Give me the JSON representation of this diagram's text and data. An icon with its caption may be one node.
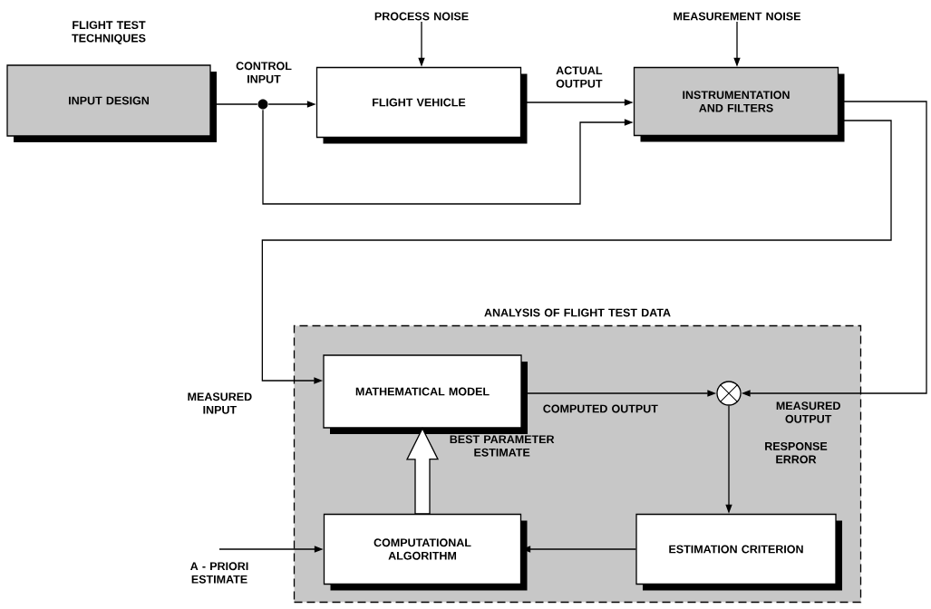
{
  "diagram": {
    "nodes": [
      {
        "text": [
          "PROCESS NOISE"
        ]
      },
      {
        "text": [
          "MEASUREMENT NOISE"
        ]
      },
      {
        "text": [
          "FLIGHT TEST TECHNIQUES",
          "INPUT DESIGN"
        ]
      },
      {
        "text": [],
        "shape": "circle"
      },
      {
        "text": [
          "FLIGHT VEHICLE"
        ]
      },
      {
        "text": [
          "INSTRUMENTATION AND FILTERS"
        ]
      },
      {
        "text": [
          "ANALYSIS OF FLIGHT TEST DATA"
        ]
      },
      {
        "text": [
          "MATHEMATICAL MODEL"
        ],
        "in": 6
      },
      {
        "text": [],
        "shape": "circle",
        "in": 6
      },
      {
        "text": [
          "COMPUTATIONAL ALGORITHM"
        ],
        "in": 6
      },
      {
        "text": [
          "ESTIMATION CRITERION"
        ],
        "in": 6
      },
      {
        "text": [
          "A - PRIORI ESTIMATE"
        ]
      }
    ],
    "edges": [
      {
        "from": 2,
        "to": 3,
        "arrow": "none"
      },
      {
        "from": 3,
        "to": 4,
        "arrow": "to",
        "label": "CONTROL INPUT"
      },
      {
        "from": 3,
        "to": 5,
        "arrow": "to"
      },
      {
        "from": 4,
        "to": 5,
        "arrow": "to",
        "label": "ACTUAL OUTPUT"
      },
      {
        "from": 0,
        "to": 4,
        "arrow": "to"
      },
      {
        "from": 1,
        "to": 5,
        "arrow": "to"
      },
      {
        "from": 5,
        "to": 7,
        "arrow": "to",
        "label": "MEASURED INPUT"
      },
      {
        "from": 5,
        "to": 8,
        "arrow": "to",
        "label": "MEASURED OUTPUT"
      },
      {
        "from": 7,
        "to": 8,
        "arrow": "to",
        "label": "COMPUTED OUTPUT"
      },
      {
        "from": 8,
        "to": 10,
        "arrow": "to",
        "label": "RESPONSE ERROR"
      },
      {
        "from": 10,
        "to": 9,
        "arrow": "to"
      },
      {
        "from": 9,
        "to": 7,
        "arrow": "to",
        "label": "BEST PARAMETER ESTIMATE",
        "style": "thick"
      },
      {
        "from": 11,
        "to": 9,
        "arrow": "to"
      }
    ]
  }
}
